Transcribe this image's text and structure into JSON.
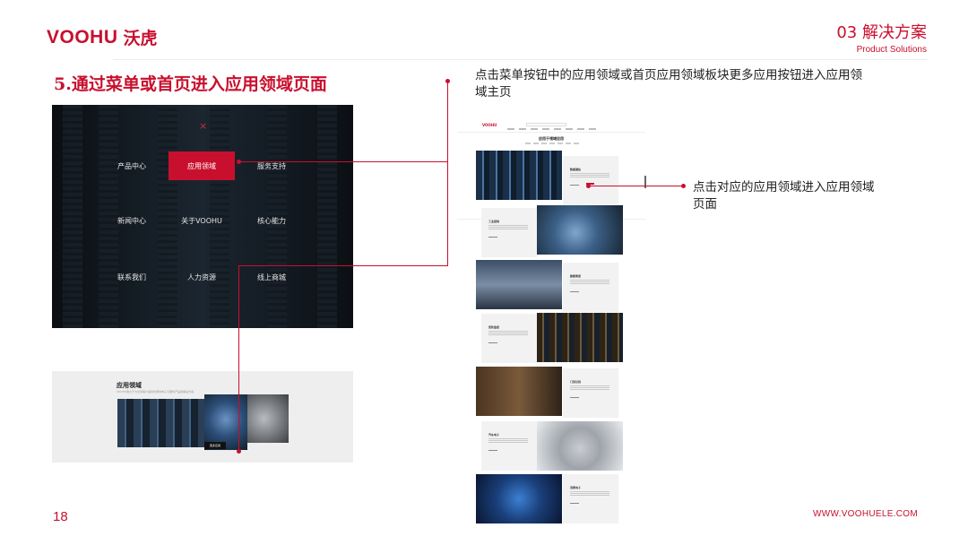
{
  "header": {
    "logo_text": "VOOHU",
    "logo_cn": "沃虎",
    "section_title": "03 解决方案",
    "section_subtitle": "Product Solutions"
  },
  "step_title": "5.通过菜单或首页进入应用领域页面",
  "descriptions": {
    "menu_path": "点击菜单按钮中的应用领域或首页应用领域板块更多应用按钮进入应用领域主页",
    "field_path": "点击对应的应用领域进入应用领域页面"
  },
  "menu_screenshot": {
    "close_icon": "×",
    "items": [
      {
        "label": "产品中心",
        "active": false
      },
      {
        "label": "应用领域",
        "active": true
      },
      {
        "label": "服务支持",
        "active": false
      },
      {
        "label": "新闻中心",
        "active": false
      },
      {
        "label": "关于VOOHU",
        "active": false
      },
      {
        "label": "核心能力",
        "active": false
      },
      {
        "label": "联系我们",
        "active": false
      },
      {
        "label": "人力资源",
        "active": false
      },
      {
        "label": "线上商城",
        "active": false
      }
    ]
  },
  "field_block": {
    "title": "应用领域",
    "subtitle": "VOOHU致力于为全球客户提供优质的电子元器件产品和解决方案",
    "more_button": "更多应用"
  },
  "field_page": {
    "logo": "VOOHU",
    "heading": "应用于领域应用",
    "card_titles": [
      "数据通信",
      "工业控制",
      "智能家居",
      "安防监控",
      "门禁识别",
      "汽车电子",
      "消费电子"
    ]
  },
  "footer": {
    "page_number": "18",
    "website": "WWW.VOOHUELE.COM"
  },
  "colors": {
    "brand_red": "#c8102e"
  }
}
